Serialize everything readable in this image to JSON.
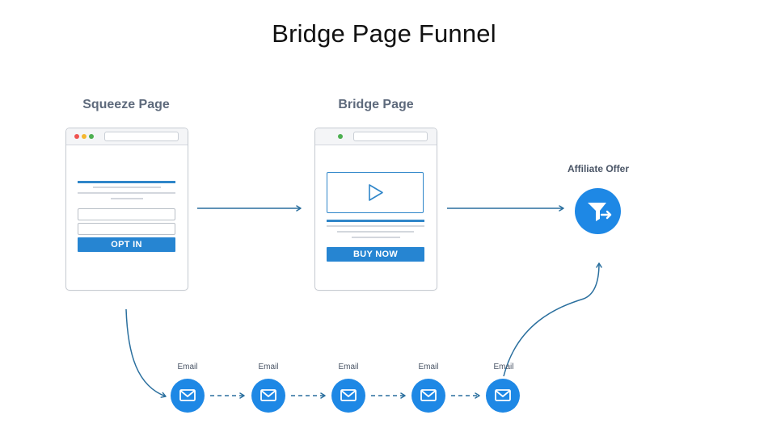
{
  "title": "Bridge Page Funnel",
  "squeeze_page": {
    "label": "Squeeze Page",
    "button_label": "OPT IN"
  },
  "bridge_page": {
    "label": "Bridge Page",
    "button_label": "BUY NOW"
  },
  "affiliate_offer": {
    "label": "Affiliate Offer",
    "icon": "funnel-redirect-icon"
  },
  "email_sequence": [
    {
      "label": "Email",
      "icon": "envelope-icon"
    },
    {
      "label": "Email",
      "icon": "envelope-icon"
    },
    {
      "label": "Email",
      "icon": "envelope-icon"
    },
    {
      "label": "Email",
      "icon": "envelope-icon"
    },
    {
      "label": "Email",
      "icon": "envelope-icon"
    }
  ],
  "colors": {
    "accent": "#1e88e5",
    "arrow": "#2a6f9e",
    "label_text": "#5e6a7c",
    "browser_border": "#c6cbd2"
  }
}
